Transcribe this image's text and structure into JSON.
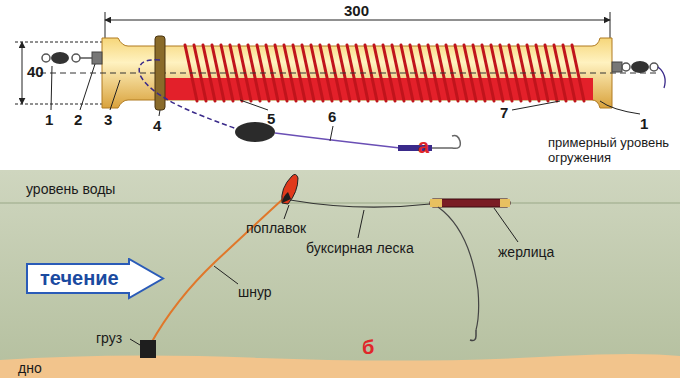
{
  "diagram": {
    "nodes": [
      {
        "text": [
          "течение"
        ]
      }
    ],
    "labels": [
      "300",
      "40",
      "1",
      "2",
      "3",
      "4",
      "5",
      "6",
      "7",
      "1",
      "примерный уровень огружения",
      "а",
      "уровень воды",
      "поплавок",
      "буксирная леска",
      "жерлица",
      "шнур",
      "груз",
      "б",
      "дно"
    ]
  }
}
